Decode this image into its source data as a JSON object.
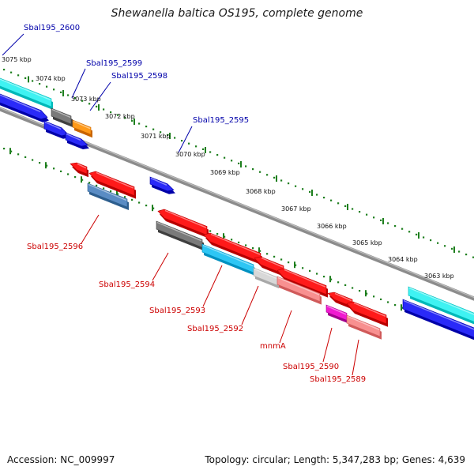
{
  "title": "Shewanella baltica OS195, complete genome",
  "footer": {
    "accession": "Accession: NC_009997",
    "summary": "Topology: circular; Length: 5,347,283 bp; Genes: 4,639"
  },
  "colors": {
    "backbone": "#8c8c8c",
    "tick": "#1e7f1e",
    "forward_label": "#0000aa",
    "reverse_label": "#cc0000"
  },
  "scale_labels": [
    "3075 kbp",
    "3074 kbp",
    "3073 kbp",
    "3072 kbp",
    "3071 kbp",
    "3070 kbp",
    "3069 kbp",
    "3068 kbp",
    "3067 kbp",
    "3066 kbp",
    "3065 kbp",
    "3064 kbp",
    "3063 kbp"
  ],
  "gene_labels": {
    "forward": [
      "Sbal195_2600",
      "Sbal195_2599",
      "Sbal195_2598",
      "Sbal195_2595"
    ],
    "reverse": [
      "Sbal195_2596",
      "Sbal195_2594",
      "Sbal195_2593",
      "Sbal195_2592",
      "mnmA",
      "Sbal195_2590",
      "Sbal195_2589"
    ]
  },
  "feature_colors": [
    "cyan",
    "blue",
    "gray",
    "orange",
    "red",
    "steelblue",
    "skyblue",
    "lightgray",
    "salmon",
    "magenta"
  ]
}
